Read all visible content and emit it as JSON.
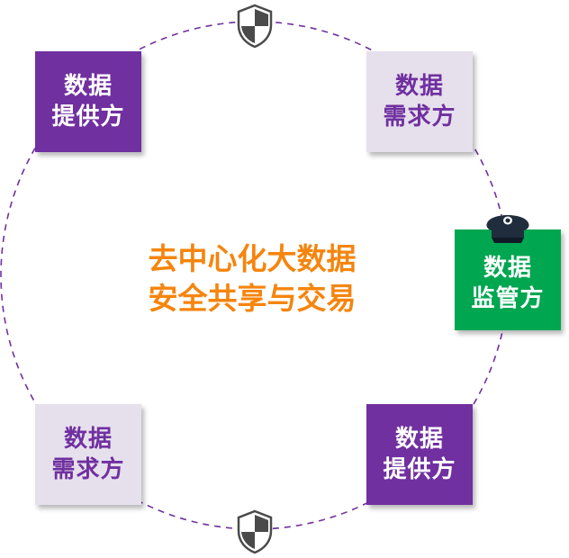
{
  "colors": {
    "ring": "#7030a0",
    "purple": "#7030a0",
    "light": "#e6e0ec",
    "green": "#00a650",
    "center_text": "#f5850e"
  },
  "center": {
    "line1": "去中心化大数据",
    "line2": "安全共享与交易"
  },
  "nodes": {
    "top_left": {
      "line1": "数据",
      "line2": "提供方"
    },
    "top_right": {
      "line1": "数据",
      "line2": "需求方"
    },
    "regulator": {
      "line1": "数据",
      "line2": "监管方"
    },
    "bottom_right": {
      "line1": "数据",
      "line2": "提供方"
    },
    "bottom_left": {
      "line1": "数据",
      "line2": "需求方"
    }
  },
  "icons": {
    "shield": "shield-icon",
    "police_cap": "police-cap-icon"
  }
}
